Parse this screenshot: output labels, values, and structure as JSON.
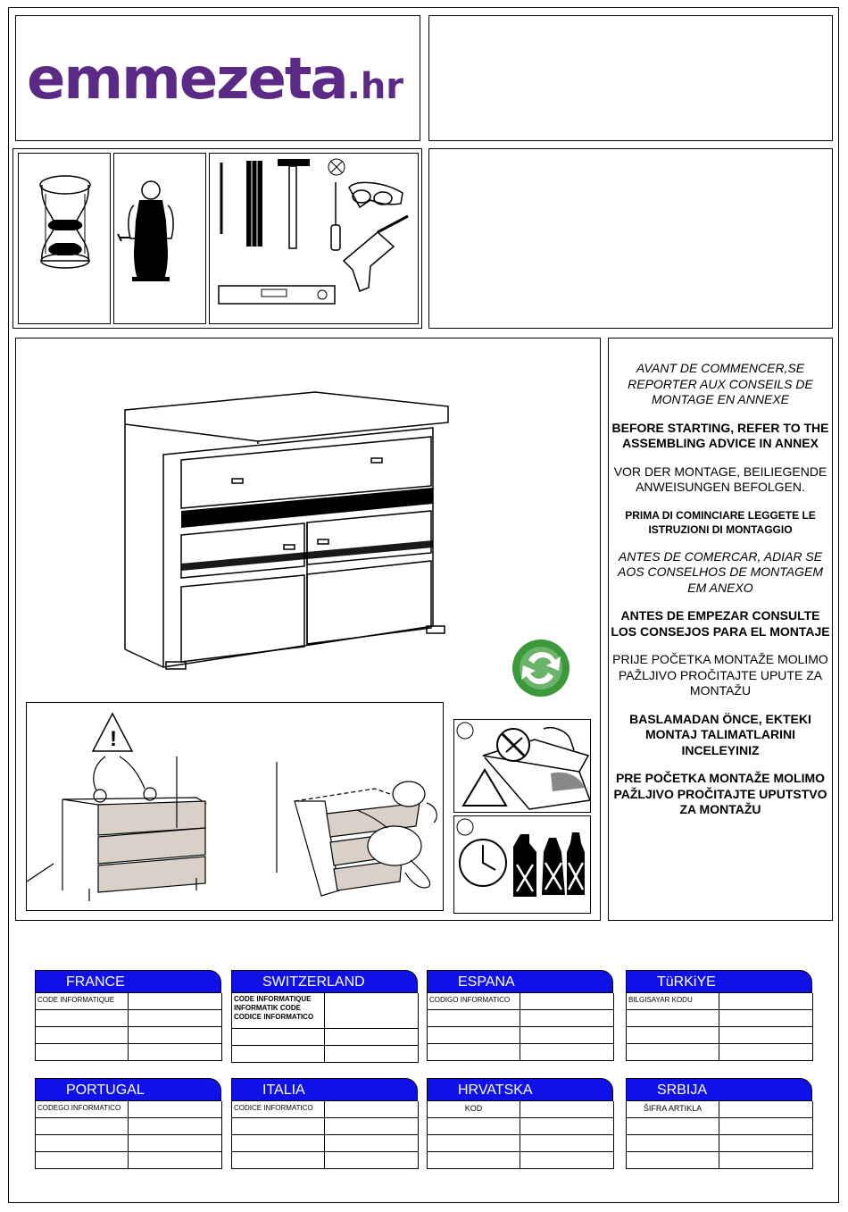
{
  "logo": {
    "name": "emmezeta",
    "tld": ".hr"
  },
  "notes": [
    {
      "text": "AVANT DE COMMENCER,SE REPORTER AUX CONSEILS DE MONTAGE EN ANNEXE",
      "style": "it"
    },
    {
      "text": "BEFORE STARTING, REFER TO THE ASSEMBLING ADVICE IN ANNEX",
      "style": "b"
    },
    {
      "text": "VOR DER MONTAGE, BEILIEGENDE ANWEISUNGEN BEFOLGEN.",
      "style": ""
    },
    {
      "text": "PRIMA DI COMINCIARE LEGGETE LE ISTRUZIONI DI MONTAGGIO",
      "style": "sm"
    },
    {
      "text": "ANTES DE COMERCAR, ADIAR SE AOS CONSELHOS DE MONTAGEM EM ANEXO",
      "style": "it"
    },
    {
      "text": "ANTES DE EMPEZAR CONSULTE LOS CONSEJOS PARA EL MONTAJE",
      "style": "b"
    },
    {
      "text": "PRIJE POČETKA MONTAŽE MOLIMO PAŽLJIVO PROČITAJTE UPUTE ZA MONTAŽU",
      "style": ""
    },
    {
      "text": "BASLAMADAN ÖNCE, EKTEKI MONTAJ TALIMATLARINI INCELEYINIZ",
      "style": "b"
    },
    {
      "text": "PRE POČETKA MONTAŽE MOLIMO PAŽLJIVO PROČITAJTE UPUTSTVO ZA MONTAŽU",
      "style": "b"
    }
  ],
  "code_tables": [
    {
      "country": "FRANCE",
      "label": "CODE INFORMATIQUE"
    },
    {
      "country": "SWITZERLAND",
      "label": "CODE INFORMATIQUE INFORMATIK CODE CODICE INFORMATICO"
    },
    {
      "country": "ESPANA",
      "label": "CODIGO INFORMATICO"
    },
    {
      "country": "TüRKiYE",
      "label": "BILGISAYAR KODU"
    },
    {
      "country": "PORTUGAL",
      "label": "CODEGO INFORMATICO"
    },
    {
      "country": "ITALIA",
      "label": "CODICE INFORMATICO"
    },
    {
      "country": "HRVATSKA",
      "label": "KOD"
    },
    {
      "country": "SRBIJA",
      "label": "ŠIFRA ARTIKLA"
    }
  ],
  "colors": {
    "brand": "#5b2a86",
    "header_blue": "#1010e8",
    "recycle_green": "#3a9a3a"
  }
}
